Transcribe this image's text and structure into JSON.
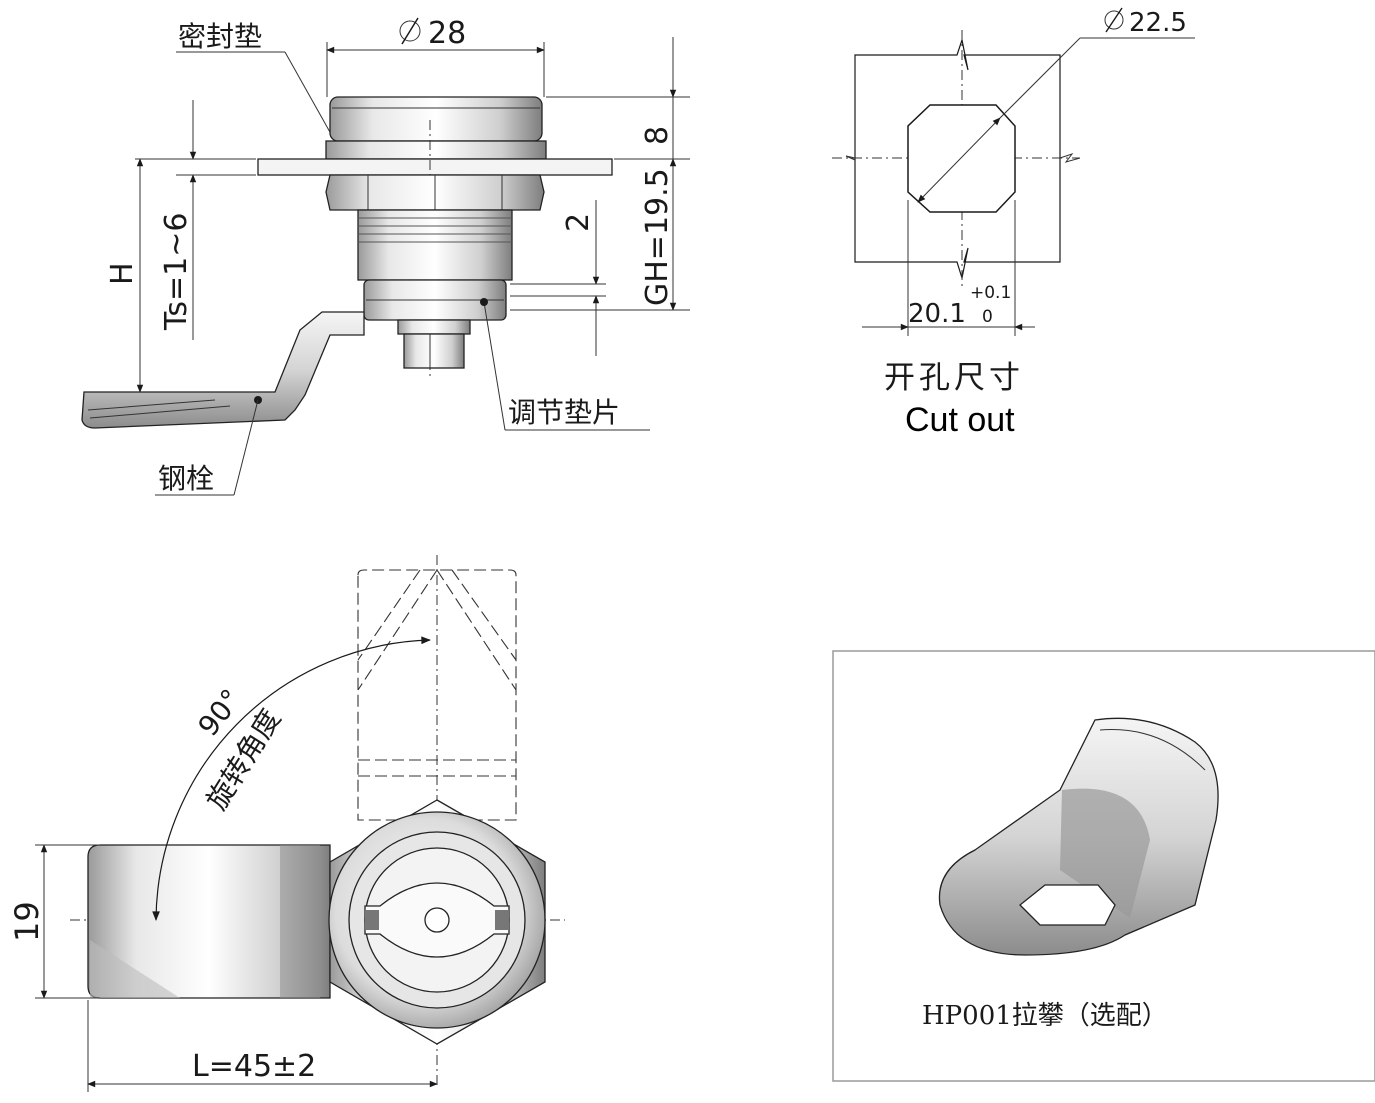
{
  "labels": {
    "gasket": "密封垫",
    "diameter_top": "28",
    "dim_8": "8",
    "gh": "GH=19.5",
    "dim_2": "2",
    "h": "H",
    "ts": "Ts=1~6",
    "adjust_shim": "调节垫片",
    "steel_bolt": "钢栓",
    "cutout_dia": "22.5",
    "cutout_width": "20.1",
    "tol_plus": "+0.1",
    "tol_zero": "0",
    "cutout_cn": "开孔尺寸",
    "cutout_en": "Cut out",
    "angle": "90°",
    "rotation_cn": "旋转角度",
    "dim_19": "19",
    "length": "L=45",
    "length_tol": "±2",
    "accessory": "HP001拉攀（选配）"
  },
  "colors": {
    "line": "#1a1a1a",
    "metal_light": "#f2f2f2",
    "metal_mid": "#c8c8c8",
    "metal_dark": "#8a8a8a",
    "panel": "#ededed"
  },
  "icons": {
    "diameter_symbol": "diameter-icon"
  }
}
